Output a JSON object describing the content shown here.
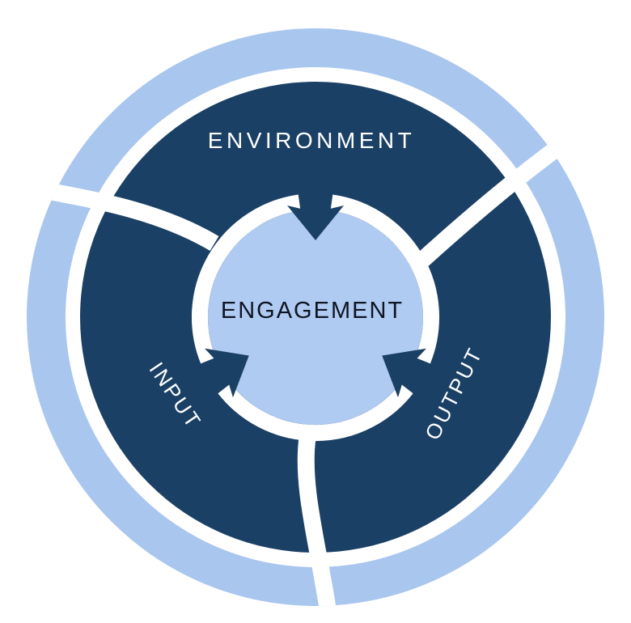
{
  "diagram": {
    "center_label": "ENGAGEMENT",
    "segments": [
      {
        "id": "environment",
        "label": "ENVIRONMENT"
      },
      {
        "id": "input",
        "label": "INPUT"
      },
      {
        "id": "output",
        "label": "OUTPUT"
      }
    ]
  },
  "colors": {
    "navy": "#1b4065",
    "outer_blue": "#a9c6ef",
    "center_blue": "#b0cbf2",
    "white": "#ffffff",
    "center_text": "#0f1522",
    "label_text": "#ffffff"
  }
}
